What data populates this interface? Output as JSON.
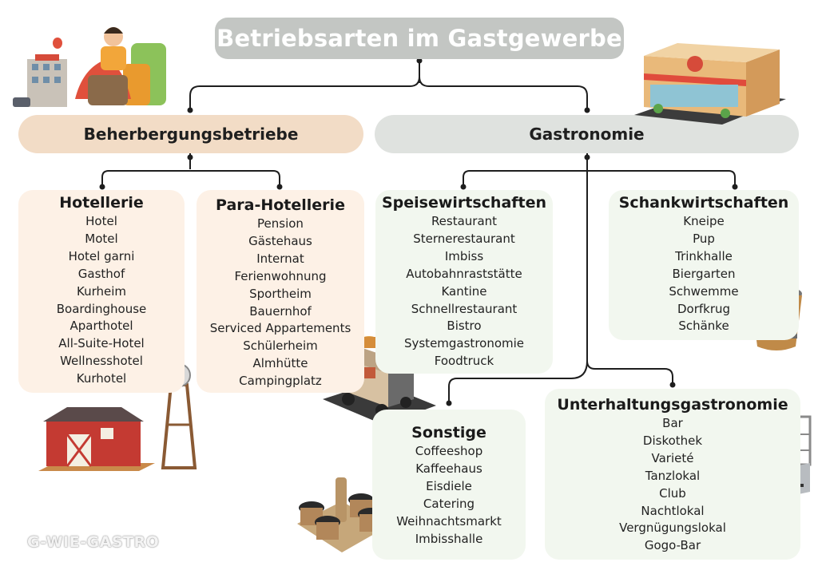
{
  "title": "Betriebsarten im Gastgewerbe",
  "categories": {
    "beherbergung": "Beherbergungsbetriebe",
    "gastronomie": "Gastronomie"
  },
  "groups": {
    "hotellerie": {
      "heading": "Hotellerie",
      "items": [
        "Hotel",
        "Motel",
        "Hotel garni",
        "Gasthof",
        "Kurheim",
        "Boardinghouse",
        "Aparthotel",
        "All-Suite-Hotel",
        "Wellnesshotel",
        "Kurhotel"
      ]
    },
    "para": {
      "heading": "Para-Hotellerie",
      "items": [
        "Pension",
        "Gästehaus",
        "Internat",
        "Ferienwohnung",
        "Sportheim",
        "Bauernhof",
        "Serviced Appartements",
        "Schülerheim",
        "Almhütte",
        "Campingplatz"
      ]
    },
    "speise": {
      "heading": "Speisewirtschaften",
      "items": [
        "Restaurant",
        "Sternerestaurant",
        "Imbiss",
        "Autobahnraststätte",
        "Kantine",
        "Schnellrestaurant",
        "Bistro",
        "Systemgastronomie",
        "Foodtruck"
      ]
    },
    "schank": {
      "heading": "Schankwirtschaften",
      "items": [
        "Kneipe",
        "Pup",
        "Trinkhalle",
        "Biergarten",
        "Schwemme",
        "Dorfkrug",
        "Schänke"
      ]
    },
    "sonstige": {
      "heading": "Sonstige",
      "items": [
        "Coffeeshop",
        "Kaffeehaus",
        "Eisdiele",
        "Catering",
        "Weihnachtsmarkt",
        "Imbisshalle"
      ]
    },
    "unterhaltung": {
      "heading": "Unterhaltungsgastronomie",
      "items": [
        "Bar",
        "Diskothek",
        "Varieté",
        "Tanzlokal",
        "Club",
        "Nachtlokal",
        "Vergnügungslokal",
        "Gogo-Bar"
      ]
    }
  },
  "watermark": "G-WIE-GASTRO",
  "colors": {
    "title_bg": "#c3c6c3",
    "beherbergung_bg": "#f2dcc6",
    "gastronomie_bg": "#dfe2df",
    "peach_box": "#fdf1e6",
    "mint_box": "#f2f7ef",
    "connector": "#1e1e1e"
  },
  "illustrations": [
    "hotel-traveler-illustration",
    "restaurant-building-illustration",
    "barn-windmill-illustration",
    "food-truck-illustration",
    "beer-bucket-illustration",
    "coffee-cups-illustration",
    "bar-counter-illustration"
  ]
}
